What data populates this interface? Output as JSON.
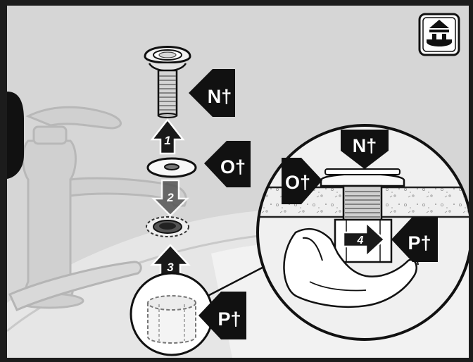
{
  "callouts": {
    "n_main": "N†",
    "o_main": "O†",
    "p_main": "P†",
    "n_detail": "N†",
    "o_detail": "O†",
    "p_detail": "P†"
  },
  "steps": {
    "s1": "1",
    "s2": "2",
    "s3": "3",
    "s4": "4"
  },
  "icon": {
    "name": "sink-installation-icon"
  },
  "colors": {
    "frame": "#1c1c1c",
    "background": "#d9d9d9",
    "sink_surface": "#eeeeee",
    "callout": "#111111",
    "outline": "#222222",
    "faucet_ghost": "#bfbfbf"
  }
}
